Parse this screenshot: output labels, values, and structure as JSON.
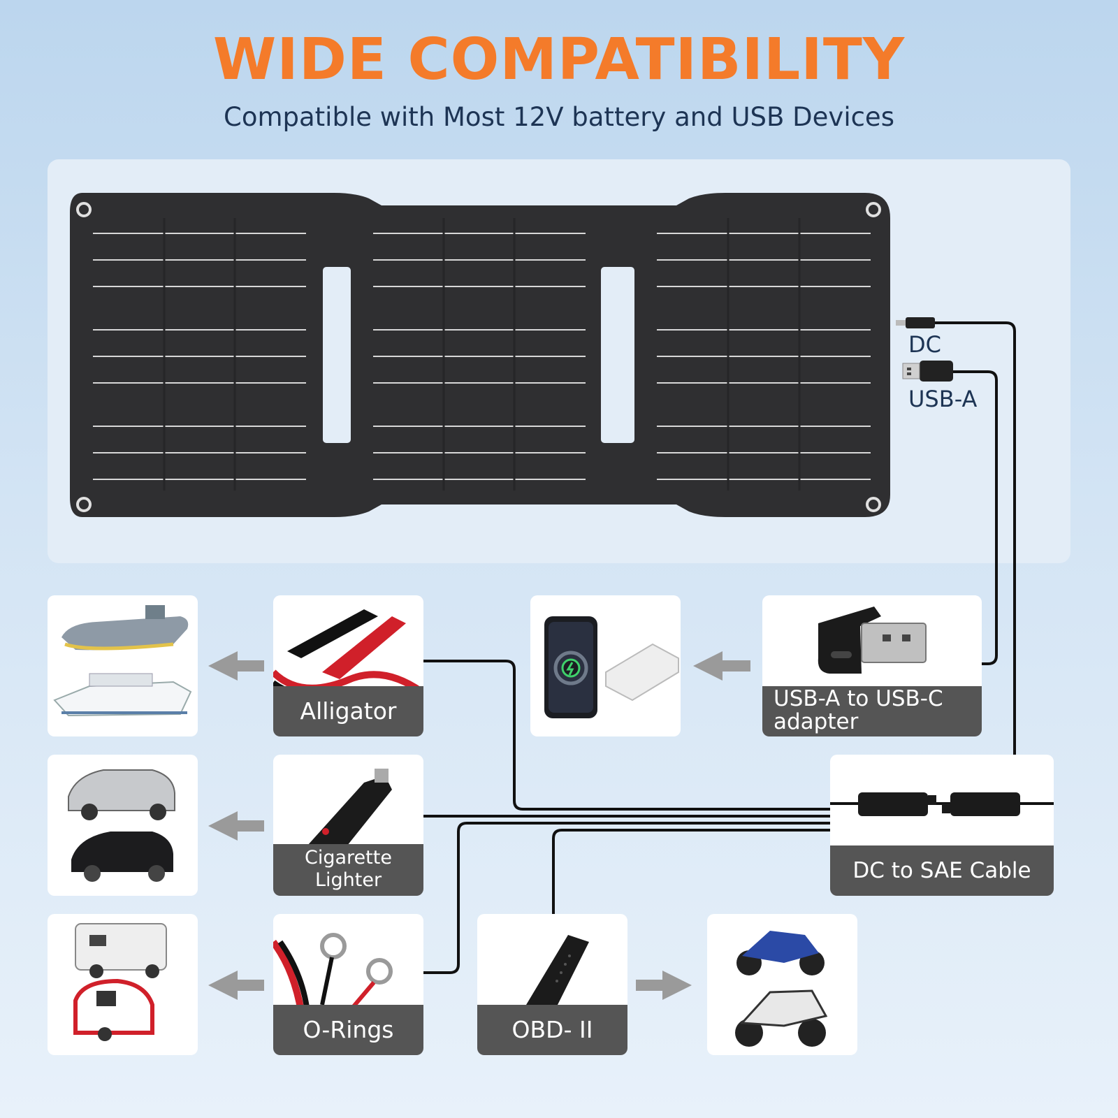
{
  "header": {
    "title": "WIDE COMPATIBILITY",
    "subtitle": "Compatible with Most 12V battery and USB Devices"
  },
  "ports": {
    "dc_label": "DC",
    "usb_label": "USB-A"
  },
  "connectors": {
    "alligator": "Alligator",
    "cigarette_lighter_line1": "Cigarette",
    "cigarette_lighter_line2": "Lighter",
    "o_rings": "O-Rings",
    "obd2": "OBD- II",
    "usb_adapter_line1": "USB-A to USB-C",
    "usb_adapter_line2": "adapter",
    "dc_to_sae": "DC to SAE Cable"
  },
  "colors": {
    "title_orange": "#f47b2a",
    "subtitle_navy": "#1d3454",
    "panel_dark": "#2f2f31",
    "label_gray": "#555555",
    "arrow_gray": "#9a9a9a",
    "cable_red": "#d0202a"
  }
}
